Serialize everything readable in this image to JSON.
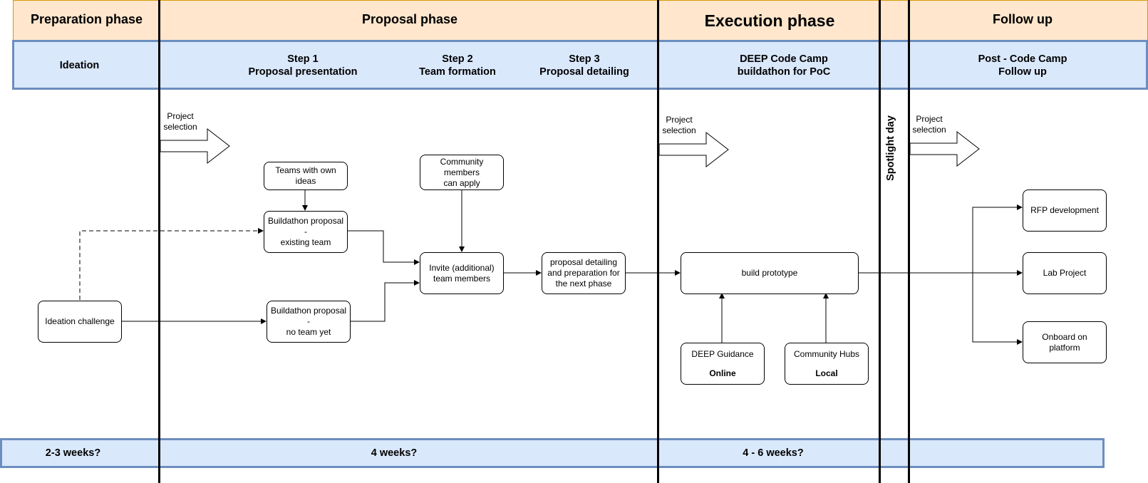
{
  "phases": {
    "preparation": "Preparation phase",
    "proposal": "Proposal phase",
    "execution": "Execution phase",
    "follow_up": "Follow up"
  },
  "steps": {
    "ideation": "Ideation",
    "step1_title": "Step 1",
    "step1_name": "Proposal presentation",
    "step2_title": "Step 2",
    "step2_name": "Team formation",
    "step3_title": "Step 3",
    "step3_name": "Proposal detailing",
    "camp_line1": "DEEP Code Camp",
    "camp_line2": "buildathon for PoC",
    "post_line1": "Post - Code Camp",
    "post_line2": "Follow up"
  },
  "selection_notes": {
    "proposal_line1": "Project",
    "proposal_line2": "selection",
    "execution_line1": "Project",
    "execution_line2": "selection",
    "followup_line1": "Project",
    "followup_line2": "selection"
  },
  "spotlight": "Spotlight day",
  "nodes": {
    "ideation_challenge": "Ideation challenge",
    "teams_own_ideas": "Teams with own ideas",
    "proposal_existing_line1": "Buildathon proposal -",
    "proposal_existing_line2": "existing team",
    "proposal_no_team_line1": "Buildathon proposal -",
    "proposal_no_team_line2": "no team yet",
    "community_apply_line1": "Community members",
    "community_apply_line2": "can apply",
    "invite_line1": "Invite (additional)",
    "invite_line2": "team members",
    "detailing_line1": "proposal detailing",
    "detailing_line2": "and preparation for",
    "detailing_line3": "the next phase",
    "build_prototype": "build prototype",
    "deep_guidance": "DEEP Guidance",
    "deep_guidance_sub": "Online",
    "community_hubs": "Community Hubs",
    "community_hubs_sub": "Local",
    "rfp_development": "RFP development",
    "lab_project": "Lab Project",
    "onboard_platform": "Onboard on platform"
  },
  "durations": {
    "preparation": "2-3 weeks?",
    "proposal": "4 weeks?",
    "execution": "4 - 6 weeks?"
  }
}
